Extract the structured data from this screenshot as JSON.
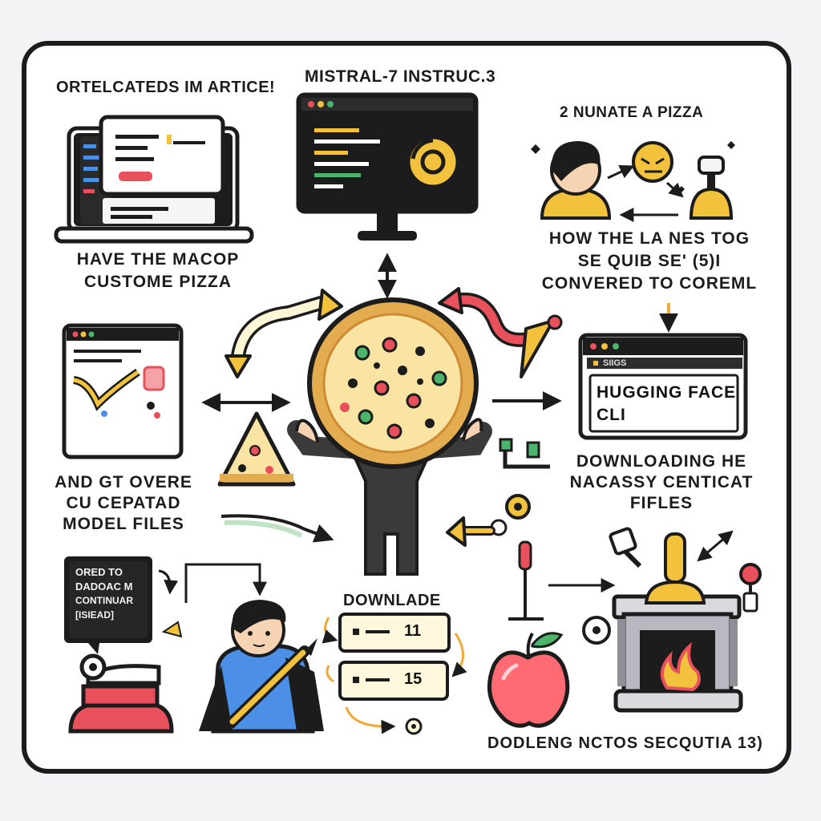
{
  "panels": {
    "top_left": {
      "title": "ORTELCATEDS IM ARTICE!",
      "caption_line1": "HAVE THE  MACOP",
      "caption_line2": "CUSTOME PIZZA"
    },
    "top_center": {
      "title": "MISTRAL-7 INSTRUC.3"
    },
    "top_right": {
      "title": "2  NUNATE   A PIZZA",
      "caption_line1": "HOW THE LA NES TOG",
      "caption_line2": "SE QUIB SE' (5)I",
      "caption_line3": "CONVERED TO COREML"
    },
    "mid_left": {
      "caption_line1": "AND GT OVERE",
      "caption_line2": "CU CEPATAD",
      "caption_line3": "MODEL FILES"
    },
    "mid_right": {
      "tab_text": "SIIGS",
      "screen_line1": "HUGGING FACE",
      "screen_line2": "CLI",
      "caption_line1": "DOWNLOADING HE",
      "caption_line2": "NACASSY CENTICAT",
      "caption_line3": "FIFLES"
    },
    "bottom_left": {
      "board_line1": "ORED TO",
      "board_line2": "DADOAC M",
      "board_line3": "CONTINUAR",
      "board_line4": "[ISIEAD]"
    },
    "bottom_center": {
      "title": "DOWNLADE",
      "row1_value": "11",
      "row2_value": "15"
    },
    "bottom_right": {
      "caption": "DODLENG NCTOS SECQUTIA 13)"
    }
  },
  "colors": {
    "outline": "#1c1c1c",
    "background": "#f3f3f5",
    "frame": "#ffffff",
    "accent_yellow": "#f2c23c",
    "accent_red": "#e8505b",
    "accent_green": "#4bb56b",
    "accent_blue": "#4c8fe6",
    "pizza_crust": "#e3ad4f",
    "pizza_cheese": "#f9e4a4"
  },
  "icons": [
    "laptop-icon",
    "monitor-icon",
    "pizza-icon",
    "person-icon",
    "apple-icon",
    "oven-icon",
    "browser-window-icon",
    "arrow-icon",
    "pizza-slice-icon"
  ]
}
